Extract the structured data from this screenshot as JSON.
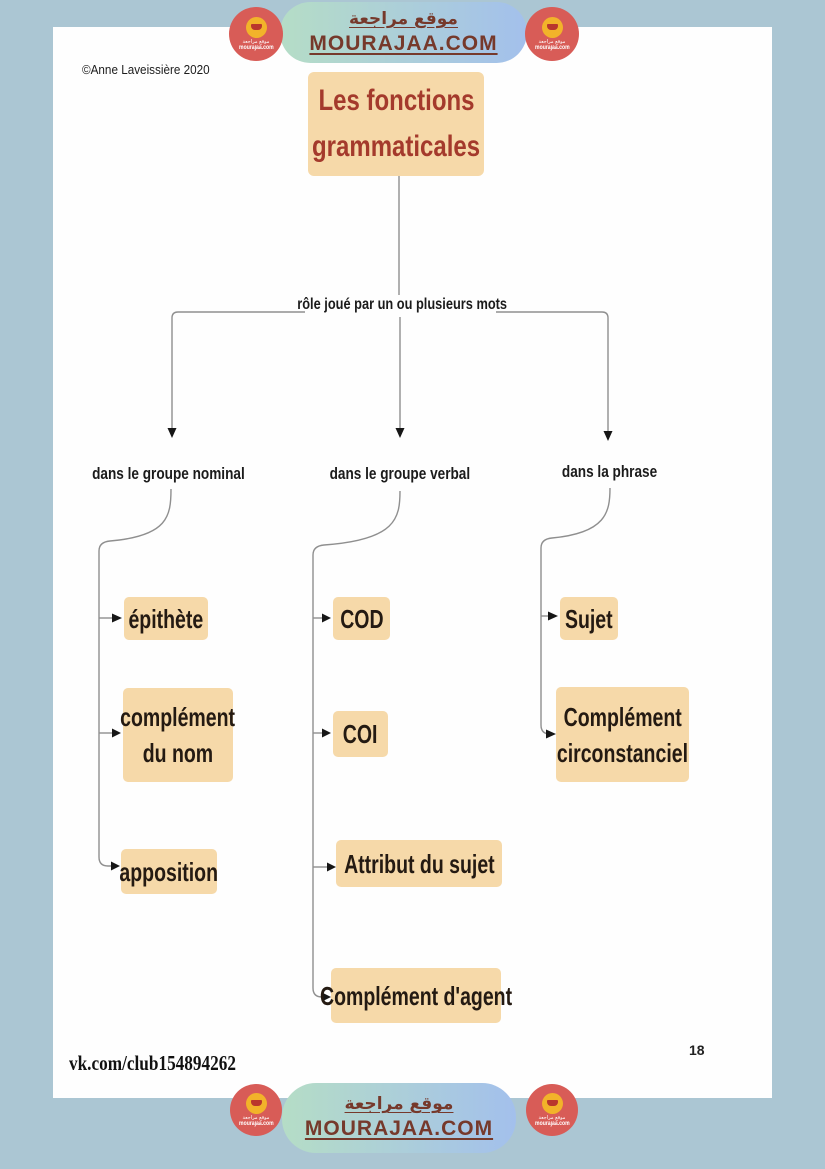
{
  "theme": {
    "bg": "#abc6d3",
    "page": "#fefefe",
    "pill-a": "#b5ddc6",
    "pill-b": "#a3c0ec",
    "banner-text": "#76392b",
    "logo-bg": "#d85c57",
    "logo-inner": "#f2b32a",
    "box-bg": "#f6d9a9",
    "title-color": "#a43a2c",
    "line": "#8f8f8f",
    "arrow": "#161616",
    "text": "#241a12"
  },
  "banner": {
    "arabic": "موقع مراجعة",
    "site": "MOURAJAA.COM"
  },
  "logo": {
    "arabic": "موقع مراجعة",
    "domain": "mourajaa.com"
  },
  "page": {
    "copyright": "©Anne Laveissière 2020",
    "watermark": "vk.com/club154894262",
    "page_number": "18"
  },
  "diagram": {
    "title_lines": [
      "Les fonctions",
      "grammaticales"
    ],
    "root_label": "rôle joué par un ou plusieurs mots",
    "branches": [
      {
        "label": "dans le groupe nominal",
        "children": [
          {
            "lines": [
              "épithète"
            ]
          },
          {
            "lines": [
              "complément",
              "du nom"
            ]
          },
          {
            "lines": [
              "apposition"
            ]
          }
        ]
      },
      {
        "label": "dans le groupe verbal",
        "children": [
          {
            "lines": [
              "COD"
            ]
          },
          {
            "lines": [
              "COI"
            ]
          },
          {
            "lines": [
              "Attribut du sujet"
            ]
          },
          {
            "lines": [
              "Complément d'agent"
            ]
          }
        ]
      },
      {
        "label": "dans la phrase",
        "children": [
          {
            "lines": [
              "Sujet"
            ]
          },
          {
            "lines": [
              "Complément",
              "circonstanciel"
            ]
          }
        ]
      }
    ]
  }
}
